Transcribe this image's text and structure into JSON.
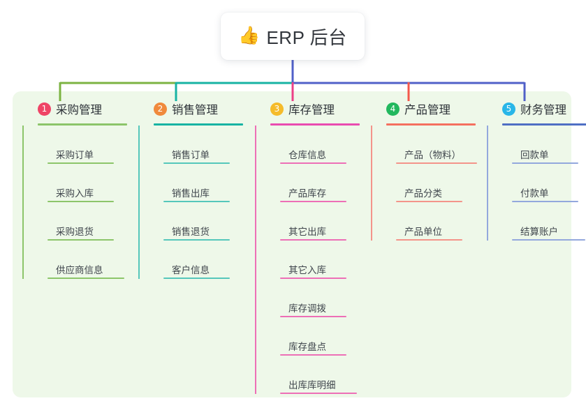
{
  "canvas": {
    "background": "#ffffff",
    "panel_background": "#eef8e9"
  },
  "root": {
    "icon": "thumbs-up-icon",
    "emoji": "👍",
    "title": "ERP 后台",
    "card_background": "#ffffff"
  },
  "connectors": {
    "trunk_color": "#5060c8",
    "bus_left_color": "#7cb342",
    "bus_mid_color": "#17b3a3",
    "bus_right_color": "#5060c8"
  },
  "columns": [
    {
      "index": "1",
      "title": "采购管理",
      "badge_color": "#ef4466",
      "rule_color": "#8cc56a",
      "line_color": "#8cc56a",
      "drop_color": "#7cb342",
      "items": [
        "采购订单",
        "采购入库",
        "采购退货",
        "供应商信息"
      ]
    },
    {
      "index": "2",
      "title": "销售管理",
      "badge_color": "#f08a3c",
      "rule_color": "#17b3a3",
      "line_color": "#55c7bb",
      "drop_color": "#17b3a3",
      "items": [
        "销售订单",
        "销售出库",
        "销售退货",
        "客户信息"
      ]
    },
    {
      "index": "3",
      "title": "库存管理",
      "badge_color": "#f5bb2a",
      "rule_color": "#e94bb0",
      "line_color": "#ed6fb6",
      "drop_color": "#ec3f86",
      "items": [
        "仓库信息",
        "产品库存",
        "其它出库",
        "其它入库",
        "库存调拨",
        "库存盘点",
        "出库库明细"
      ]
    },
    {
      "index": "4",
      "title": "产品管理",
      "badge_color": "#22b85e",
      "rule_color": "#f4705f",
      "line_color": "#f4948a",
      "drop_color": "#f4584b",
      "items": [
        "产品（物料）",
        "产品分类",
        "产品单位"
      ]
    },
    {
      "index": "5",
      "title": "财务管理",
      "badge_color": "#29b6e8",
      "rule_color": "#4f6fc4",
      "line_color": "#93a8dd",
      "drop_color": "#5060c8",
      "items": [
        "回款单",
        "付款单",
        "结算账户"
      ]
    }
  ]
}
